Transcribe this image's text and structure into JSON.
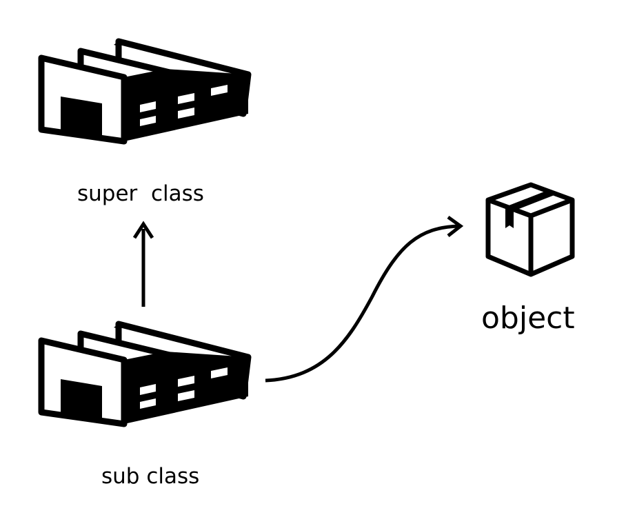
{
  "diagram": {
    "super_class": {
      "label": "super  class",
      "icon": "factory-icon"
    },
    "sub_class": {
      "label": "sub class",
      "icon": "factory-icon"
    },
    "object": {
      "label": "object",
      "icon": "box-icon"
    },
    "edges": [
      {
        "from": "sub_class",
        "to": "super_class",
        "style": "straight-arrow"
      },
      {
        "from": "sub_class",
        "to": "object",
        "style": "curved-arrow"
      }
    ],
    "colors": {
      "ink": "#000000",
      "background": "#ffffff"
    }
  }
}
